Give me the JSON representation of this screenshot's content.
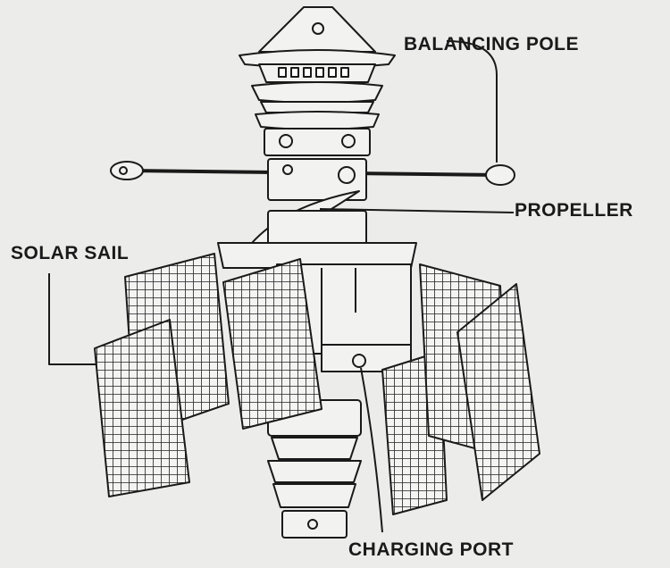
{
  "labels": {
    "balancing_pole": "BALANCING POLE",
    "propeller": "PROPELLER",
    "solar_sail": "SOLAR SAIL",
    "charging_port": "CHARGING PORT"
  },
  "colors": {
    "paper": "#ececea",
    "ink": "#1a1a1a"
  }
}
